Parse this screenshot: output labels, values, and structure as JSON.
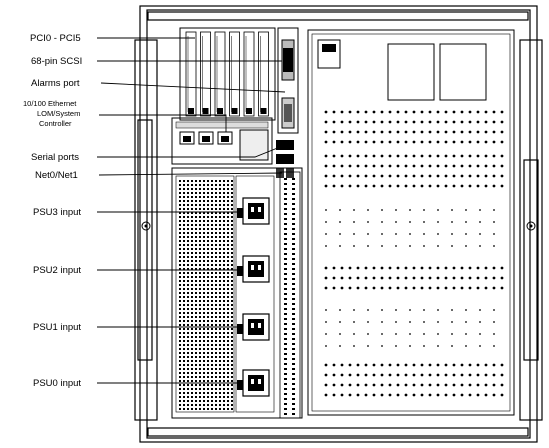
{
  "callouts": {
    "pci": "PCI0 - PCI5",
    "scsi": "68-pin  SCSI",
    "alarms": "Alarms  port",
    "ethernet_line1": "10/100 Ethernet",
    "ethernet_line2": "LOM/System",
    "ethernet_line3": "Controller",
    "serial": "Serial  ports",
    "net": "Net0/Net1",
    "psu3": "PSU3  input",
    "psu2": "PSU2  input",
    "psu1": "PSU1  input",
    "psu0": "PSU0  input"
  }
}
